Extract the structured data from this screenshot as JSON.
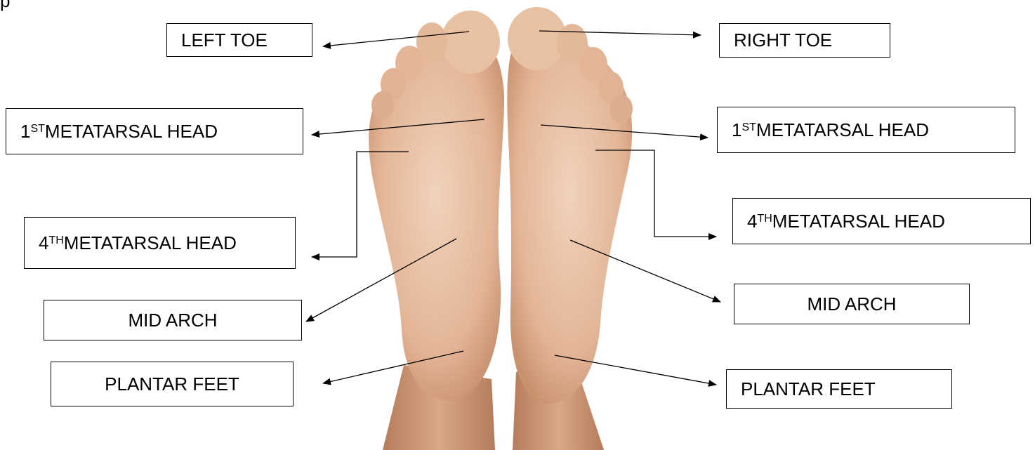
{
  "heading_fragment": "p",
  "labels": {
    "left_toe": "LEFT TOE",
    "right_toe": "RIGHT TOE",
    "left_1st_num": "1",
    "left_1st_sup": "ST",
    "left_1st_rest": " METATARSAL HEAD",
    "right_1st_num": "1",
    "right_1st_sup": "ST",
    "right_1st_rest": " METATARSAL HEAD",
    "left_4th_num": "4",
    "left_4th_sup": "TH",
    "left_4th_rest": " METATARSAL HEAD",
    "right_4th_num": "4",
    "right_4th_sup": "TH",
    "right_4th_rest": " METATARSAL HEAD",
    "left_mid_arch": "MID ARCH",
    "right_mid_arch": "MID ARCH",
    "left_plantar": "PLANTAR FEET",
    "right_plantar": "PLANTAR FEET"
  },
  "colors": {
    "skin": "#e8c2a6",
    "skin_shadow": "#c99478",
    "line": "#000000"
  }
}
